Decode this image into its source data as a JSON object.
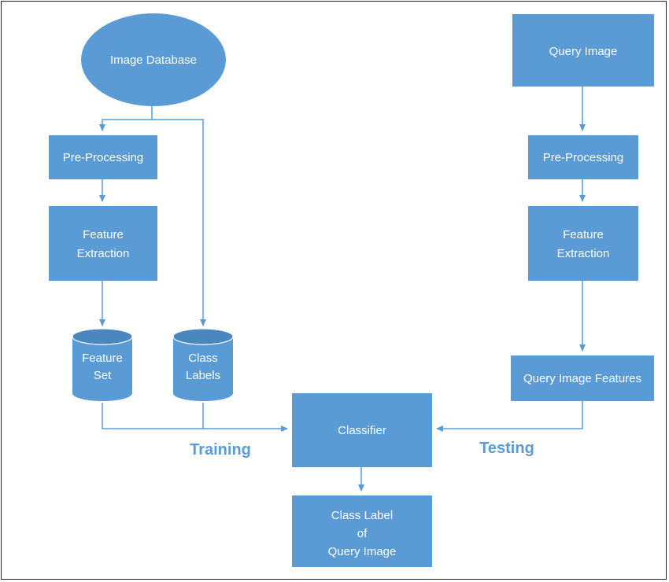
{
  "colors": {
    "node_fill": "#5b9bd5",
    "node_dark": "#4a86c0",
    "connector": "#5b9bd5",
    "phase_label": "#5b9bd5",
    "text": "#ffffff"
  },
  "nodes": {
    "image_database": "Image Database",
    "train_preprocessing": "Pre-Processing",
    "train_feature_extraction": [
      "Feature",
      "Extraction"
    ],
    "feature_set": [
      "Feature",
      "Set"
    ],
    "class_labels": [
      "Class",
      "Labels"
    ],
    "query_image": "Query Image",
    "test_preprocessing": "Pre-Processing",
    "test_feature_extraction": [
      "Feature",
      "Extraction"
    ],
    "query_image_features": "Query Image Features",
    "classifier": "Classifier",
    "class_label_of_query": [
      "Class Label",
      "of",
      "Query Image"
    ]
  },
  "phases": {
    "training": "Training",
    "testing": "Testing"
  }
}
